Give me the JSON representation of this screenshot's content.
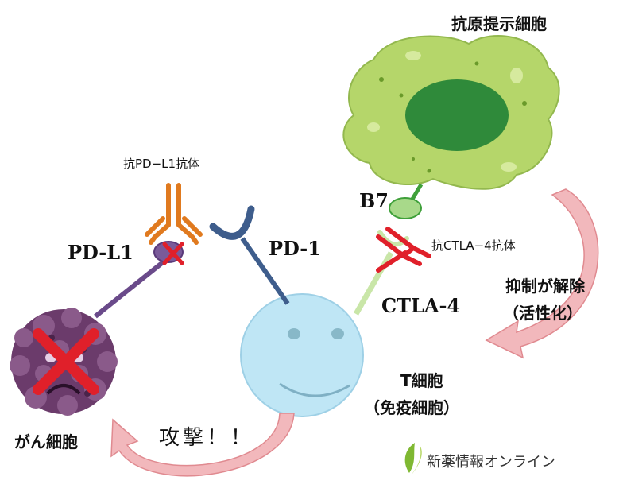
{
  "labels": {
    "apc": "抗原提示細胞",
    "b7": "B7",
    "anti_pdl1": "抗PD−L1抗体",
    "pdl1": "PD-L1",
    "pd1": "PD-1",
    "anti_ctla4": "抗CTLA−4抗体",
    "ctla4": "CTLA-4",
    "release_line1": "抑制が解除",
    "release_line2": "（活性化）",
    "tcell_line1": "T細胞",
    "tcell_line2": "（免疫細胞）",
    "cancer": "がん細胞",
    "attack": "攻撃！！",
    "logo_text": "新薬情報オンライン"
  },
  "colors": {
    "apc_body": "#b5d66a",
    "apc_nucleus": "#2f8a3a",
    "tcell": "#bfe6f5",
    "cancer": "#6b3b6b",
    "pdl1_stalk": "#6a4a8a",
    "pd1_stalk": "#3e5d8c",
    "ctla4_stalk": "#c9e6a8",
    "orange_antibody": "#e07a1f",
    "red_antibody": "#e0202a",
    "arrow_pink": "#f2b8bc",
    "logo_green": "#7fb832"
  },
  "icons": {
    "cancer_cross": "x-mark-icon",
    "pdl1_cross": "x-mark-icon",
    "logo": "leaf-logo-icon"
  }
}
